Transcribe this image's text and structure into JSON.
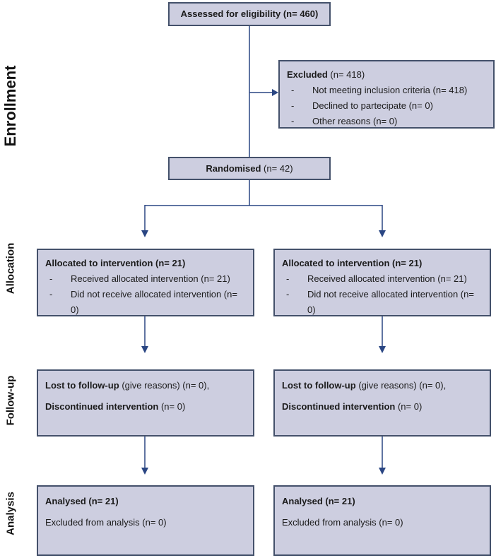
{
  "colors": {
    "box_fill": "#cdcee0",
    "box_border": "#44516b",
    "arrow": "#2a4683",
    "text": "#1b1b1b"
  },
  "side_labels": {
    "enrollment": "Enrollment",
    "allocation": "Allocation",
    "followup": "Follow-up",
    "analysis": "Analysis"
  },
  "boxes": {
    "assessed": {
      "text": "Assessed for eligibility (n= 460)"
    },
    "excluded": {
      "title_bold": "Excluded",
      "title_rest": " (n= 418)",
      "bullet": "-",
      "items": [
        "Not meeting inclusion criteria (n= 418)",
        "Declined to partecipate (n= 0)",
        "Other reasons (n= 0)"
      ]
    },
    "randomised": {
      "bold": "Randomised",
      "rest": " (n= 42)"
    },
    "allocation_left": {
      "title": "Allocated to intervention (n= 21)",
      "bullet": "-",
      "items": [
        "Received allocated intervention (n= 21)",
        "Did not receive allocated intervention (n= 0)"
      ]
    },
    "allocation_right": {
      "title": "Allocated to intervention (n= 21)",
      "bullet": "-",
      "items": [
        "Received allocated intervention (n= 21)",
        "Did not receive allocated intervention (n= 0)"
      ]
    },
    "followup_left": {
      "line1_bold": "Lost to follow-up",
      "line1_rest": " (give reasons) (n= 0),",
      "line2_bold": "Discontinued intervention",
      "line2_rest": " (n= 0)"
    },
    "followup_right": {
      "line1_bold": "Lost to follow-up",
      "line1_rest": " (give reasons) (n= 0),",
      "line2_bold": "Discontinued intervention",
      "line2_rest": " (n= 0)"
    },
    "analysis_left": {
      "line1": "Analysed (n= 21)",
      "line2": "Excluded from analysis (n= 0)"
    },
    "analysis_right": {
      "line1": "Analysed (n= 21)",
      "line2": "Excluded from analysis (n= 0)"
    }
  }
}
